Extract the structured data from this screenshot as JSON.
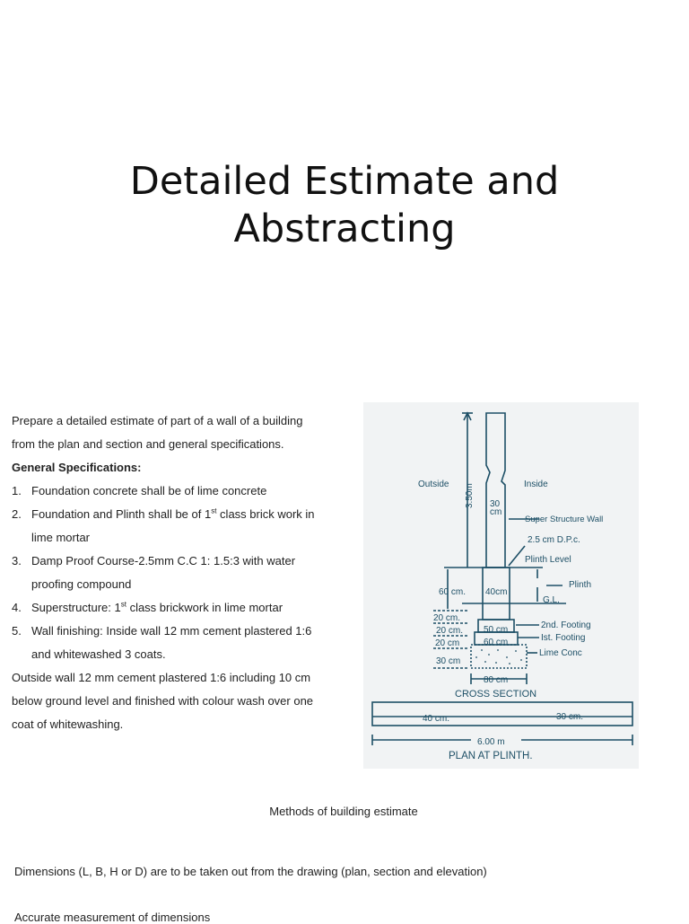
{
  "title": {
    "line1": "Detailed Estimate and",
    "line2": "Abstracting"
  },
  "problem": {
    "intro_line1": "Prepare a detailed estimate of part of a wall of a building",
    "intro_line2": "from the plan and section and general specifications.",
    "spec_heading": "General Specifications:",
    "items": [
      {
        "num": "1.",
        "lines": [
          "Foundation concrete shall be of lime concrete"
        ]
      },
      {
        "num": "2.",
        "pre": "Foundation and Plinth shall be of 1",
        "sup": "st",
        "post": " class brick work in",
        "line2": "lime mortar"
      },
      {
        "num": "3.",
        "lines": [
          "Damp Proof Course-2.5mm C.C 1: 1.5:3 with water",
          "proofing compound"
        ]
      },
      {
        "num": "4.",
        "pre": "Superstructure: 1",
        "sup": "st",
        "post": " class brickwork in lime mortar"
      },
      {
        "num": "5.",
        "lines": [
          "Wall finishing: Inside wall 12 mm cement plastered 1:6",
          "and whitewashed 3 coats."
        ]
      }
    ],
    "outside_line1": "Outside wall 12 mm cement plastered 1:6 including 10 cm",
    "outside_line2": "below ground level and finished with colour wash over one",
    "outside_line3": "coat of whitewashing."
  },
  "figure": {
    "colors": {
      "ink": "#1d4f66",
      "paper": "#f1f3f4"
    },
    "labels": {
      "outside": "Outside",
      "inside": "Inside",
      "height": "3.50m",
      "wall_30a": "30",
      "wall_30b": "cm",
      "super_structure": "Super Structure Wall",
      "dpc": "2.5 cm D.P.c.",
      "plinth_level": "Plinth Level",
      "plinth": "Plinth",
      "gl": "G.L.",
      "dim_60": "60 cm.",
      "dim_40": "40cm",
      "dim_20a": "20 cm.",
      "dim_20b": "20 cm.",
      "dim_20c": "20 cm",
      "dim_30": "30 cm",
      "dim_50": "50 cm",
      "dim_60b": "60 cm",
      "second_footing": "2nd. Footing",
      "first_footing": "Ist. Footing",
      "lime_conc": "Lime Conc",
      "dim_80": "80 cm",
      "cross_section": "CROSS SECTION",
      "plan_40": "40 cm.",
      "plan_30": "30 cm.",
      "plan_600": "6.00 m",
      "plan_title": "PLAN AT PLINTH."
    }
  },
  "methods": "Methods of building estimate",
  "dimensions_note": "Dimensions (L, B, H or D) are to be taken out from the drawing (plan, section and elevation)",
  "accurate_note": "Accurate measurement of dimensions"
}
